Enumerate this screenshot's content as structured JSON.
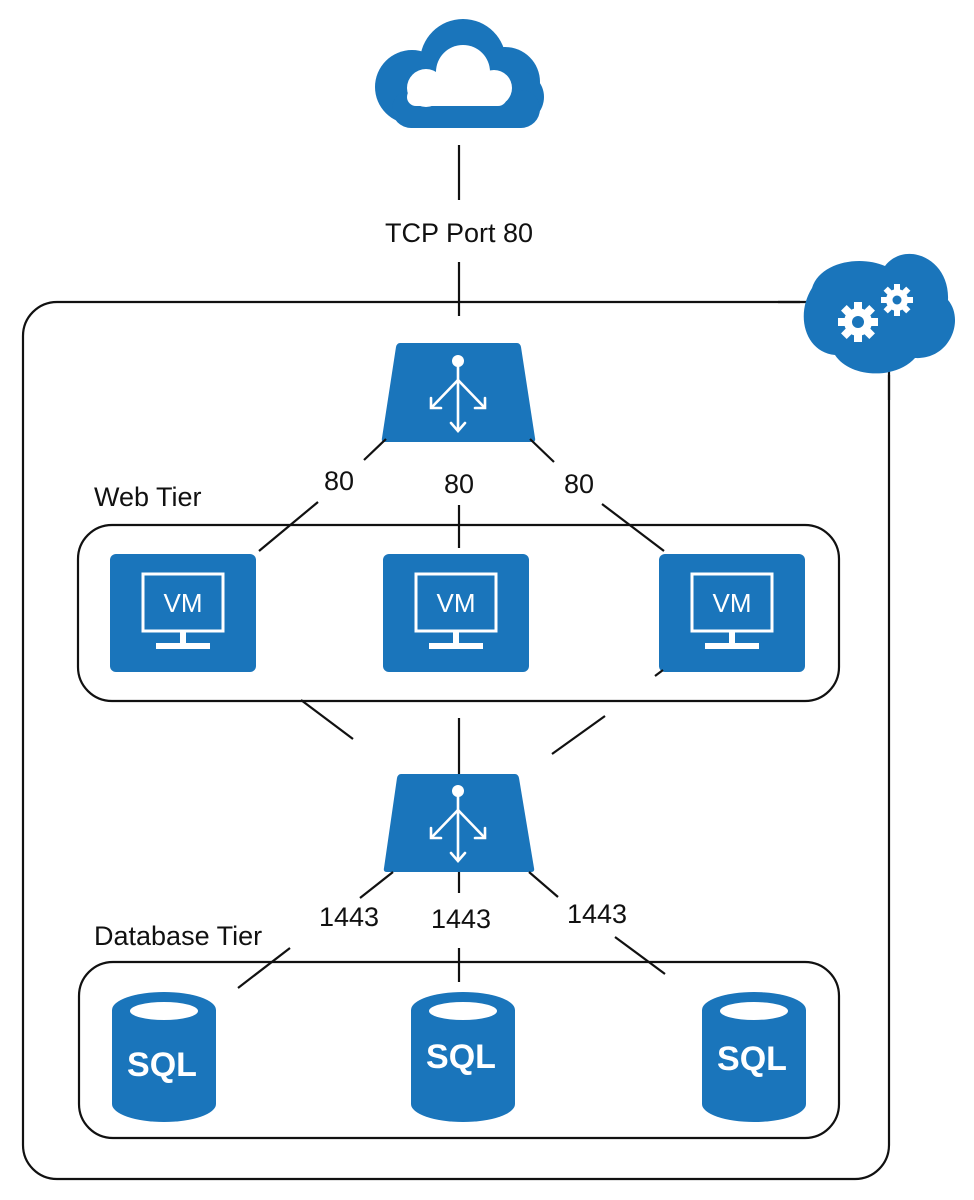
{
  "diagram": {
    "internet_link_label": "TCP Port 80",
    "web_tier": {
      "label": "Web Tier",
      "port_labels": [
        "80",
        "80",
        "80"
      ],
      "vm_labels": [
        "VM",
        "VM",
        "VM"
      ]
    },
    "database_tier": {
      "label": "Database Tier",
      "port_labels": [
        "1443",
        "1443",
        "1443"
      ],
      "db_labels": [
        "SQL",
        "SQL",
        "SQL"
      ]
    },
    "colors": {
      "azure_blue": "#1a75bb",
      "line": "#111111",
      "background": "#ffffff"
    },
    "icons": [
      "cloud-icon",
      "cloud-service-gear-icon",
      "load-balancer-icon",
      "virtual-machine-icon",
      "sql-database-icon"
    ]
  }
}
